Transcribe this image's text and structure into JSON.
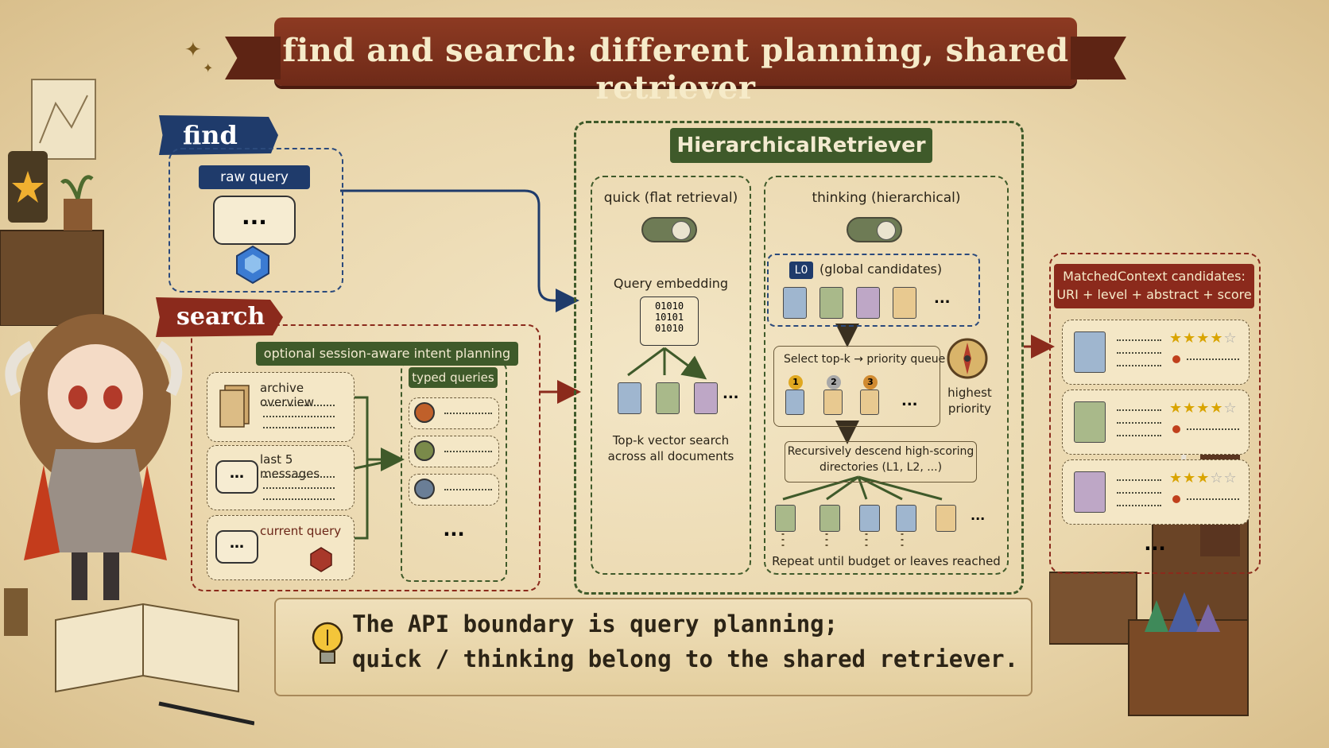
{
  "title": "find and search: different planning, shared retriever",
  "find": {
    "tag": "find",
    "raw_query_label": "raw query",
    "bubble": "...",
    "gem_icon": "blue-gem-icon"
  },
  "search": {
    "tag": "search",
    "planning_label": "optional session-aware intent planning",
    "inputs": [
      {
        "label": "archive overview",
        "icon": "stacked-papers-icon"
      },
      {
        "label": "last 5 messages",
        "icon": "speech-bubble-icon"
      },
      {
        "label": "current query",
        "icon": "speech-bubble-icon"
      }
    ],
    "typed_queries_label": "typed queries",
    "typed_query_icons": [
      "target-icon",
      "mountain-icon",
      "book-icon"
    ],
    "typed_more": "..."
  },
  "retriever": {
    "title": "HierarchicalRetriever",
    "quick": {
      "label": "quick (flat retrieval)",
      "embedding_label": "Query embedding",
      "binary": [
        "01010",
        "10101",
        "01010"
      ],
      "more": "...",
      "caption_line1": "Top-k vector search",
      "caption_line2": "across all documents"
    },
    "thinking": {
      "label": "thinking (hierarchical)",
      "l0_badge": "L0",
      "l0_label": "(global candidates)",
      "more": "...",
      "select_label": "Select top-k → priority queue",
      "rank_numbers": [
        "1",
        "2",
        "3"
      ],
      "priority_label_line1": "highest",
      "priority_label_line2": "priority",
      "descend_line1": "Recursively descend high-scoring",
      "descend_line2": "directories (L1, L2, ...)",
      "repeat_label": "Repeat until budget or leaves reached"
    }
  },
  "matched": {
    "header_line1": "MatchedContext candidates:",
    "header_line2": "URI + level + abstract + score",
    "results": [
      {
        "color": "blue",
        "stars": 4
      },
      {
        "color": "green",
        "stars": 4
      },
      {
        "color": "purple",
        "stars": 3
      }
    ],
    "more": "..."
  },
  "bottom": {
    "line1": "The API boundary is query planning;",
    "line2": "quick / thinking belong to the shared retriever.",
    "icon": "lightbulb-icon"
  },
  "colors": {
    "navy": "#1f3b6b",
    "brick": "#8b2a1c",
    "forest": "#3f5a2a",
    "parchment": "#ead7ad"
  }
}
